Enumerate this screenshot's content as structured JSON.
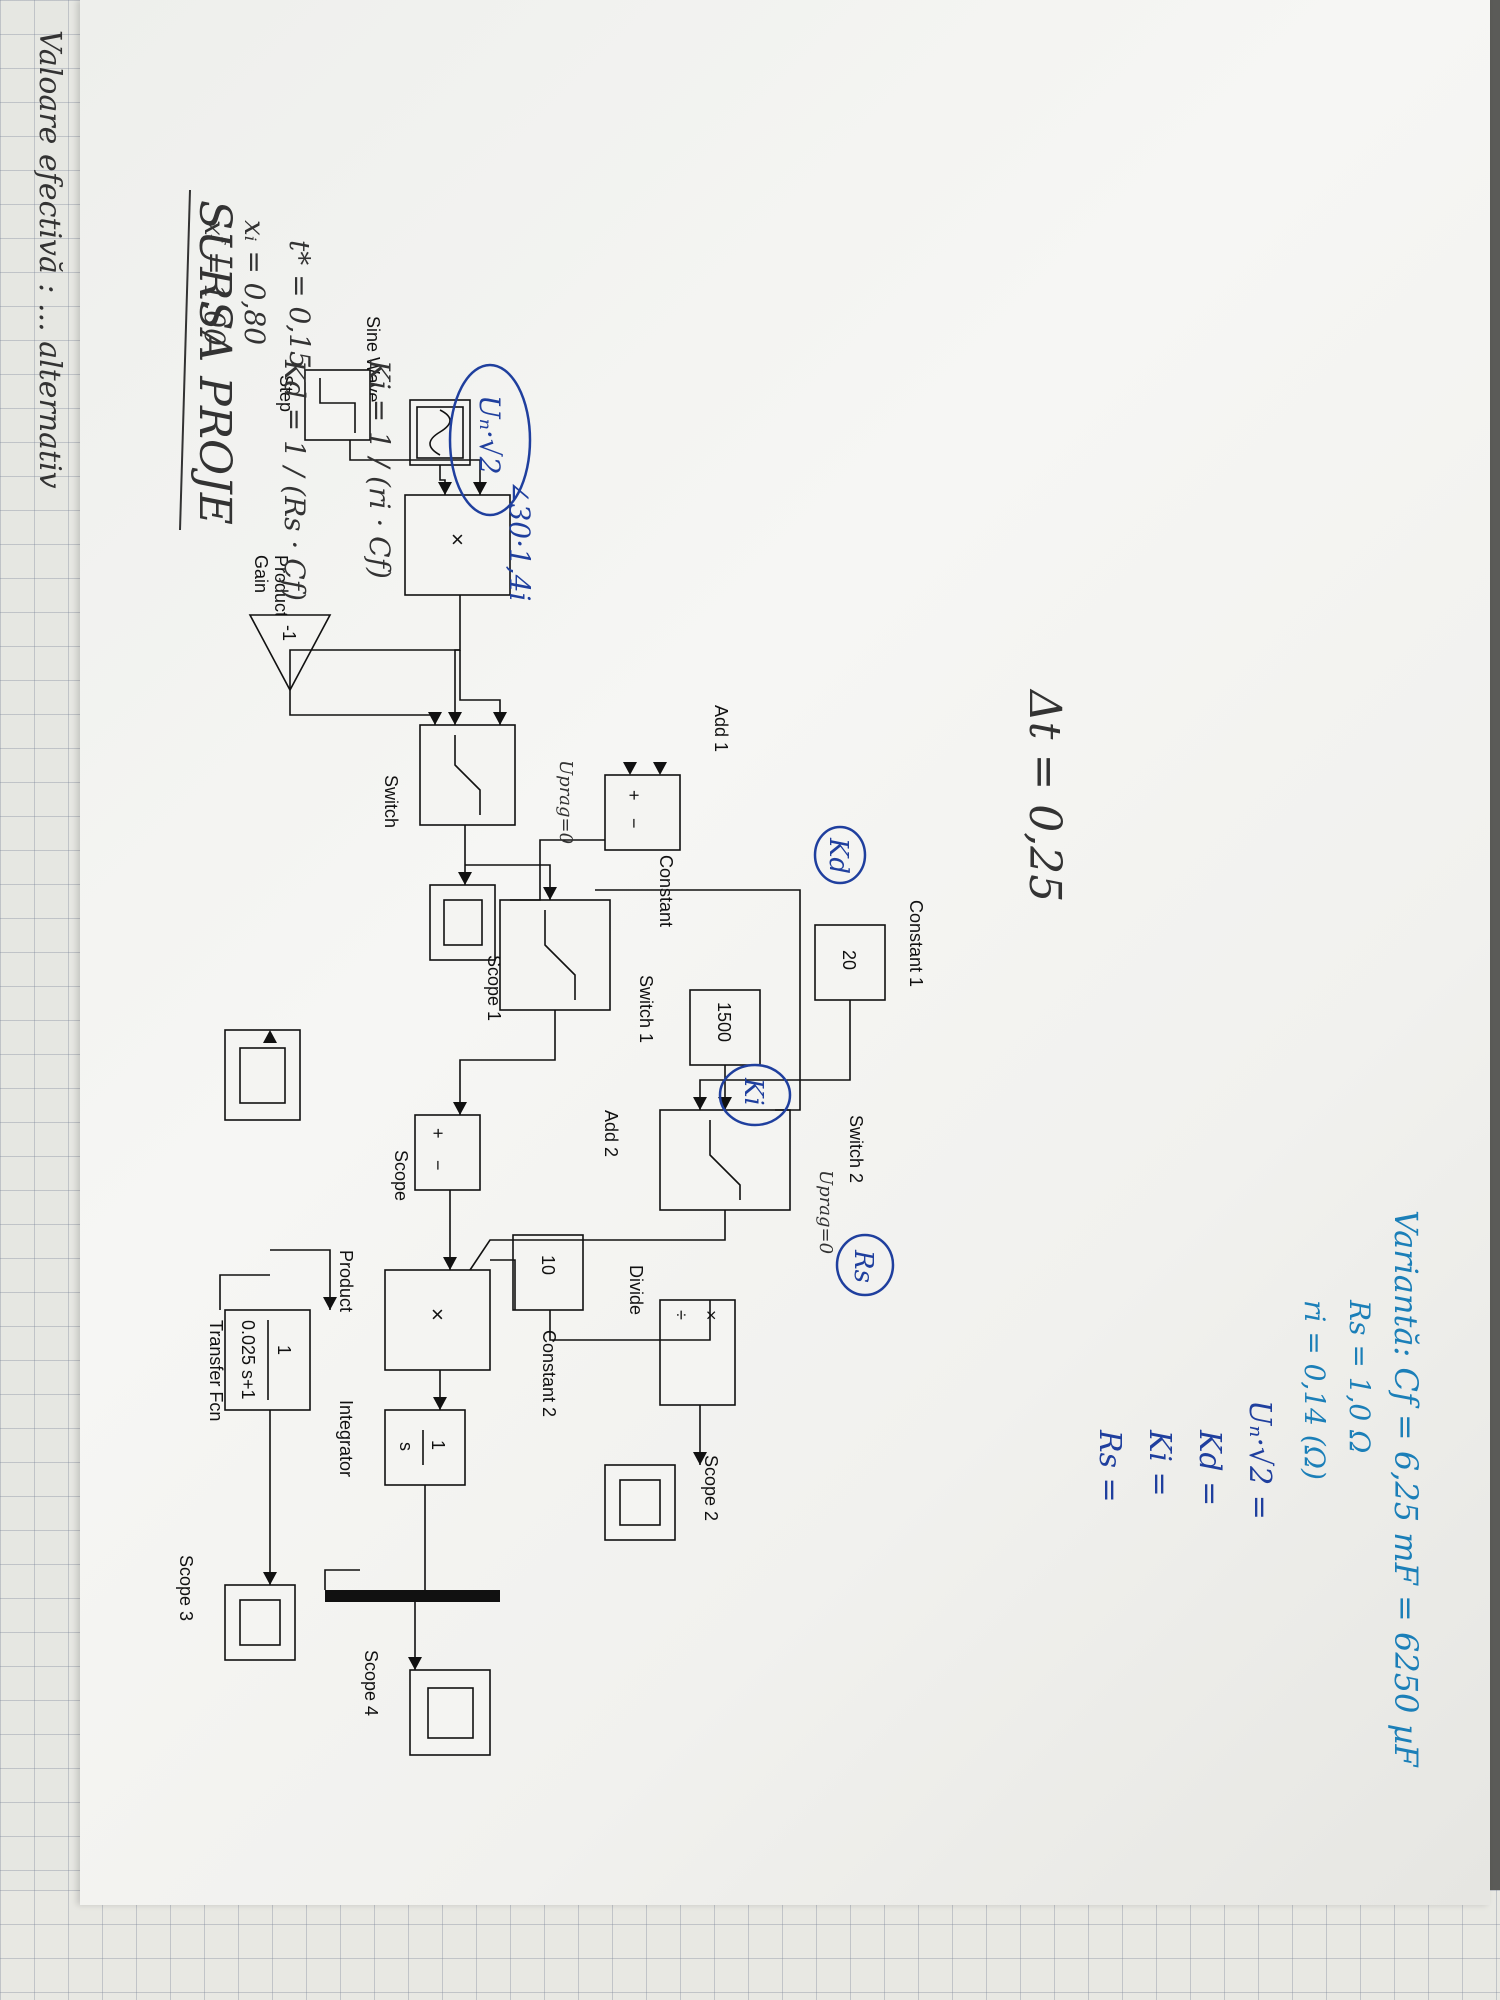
{
  "handwriting": {
    "title": "SURSA PROJE",
    "dt": "Δt = 0,25",
    "params": [
      "t* = 0,15",
      "xᵢ = 0,80",
      "xᶠ = 1,00"
    ],
    "ki_formula": "Ki = 1 / (ri · Cf)",
    "kd_formula": "Kd = 1 / (Rs · Cf)",
    "variant": [
      "Variantă: Cf = 6,25 mF = 6250 µF",
      "Rs = 1,0 Ω",
      "ri = 0,14 (Ω)"
    ],
    "sine_note": "Uₙ·√2",
    "sine_angle": "∠30·1,4i",
    "uprag1": "Uprag=0",
    "uprag2": "Uprag=0",
    "kd_circle": "Kd",
    "ki_circle": "Ki",
    "rs_circle": "Rs",
    "bottom_list": [
      "Uₙ·√2 =",
      "Kd =",
      "Ki =",
      "Rs ="
    ],
    "bottom_note": "Valoare efectivă : ... alternativ"
  },
  "blocks": {
    "sine_wave": "Sine Wave",
    "step": "Step",
    "product1": "Product 1",
    "product1_symbol": "×",
    "gain": "Gain",
    "gain_value": "-1",
    "switch": "Switch",
    "add1": "Add 1",
    "constant": "Constant",
    "constant_value": "1500",
    "constant1": "Constant 1",
    "constant1_value": "20",
    "scope1": "Scope 1",
    "switch1": "Switch 1",
    "switch2": "Switch 2",
    "add2": "Add 2",
    "scope": "Scope",
    "transfer_fcn": "Transfer Fcn",
    "transfer_num": "1",
    "transfer_den": "0.025 s+1",
    "product": "Product",
    "product_symbol": "×",
    "integrator": "Integrator",
    "integrator_num": "1",
    "integrator_den": "s",
    "divide": "Divide",
    "constant2": "Constant 2",
    "constant2_value": "10",
    "scope2": "Scope 2",
    "scope3": "Scope 3",
    "scope4": "Scope 4",
    "plus": "+",
    "minus": "−"
  },
  "colors": {
    "ink_blue": "#1f3f9e",
    "ink_teal": "#1b7fb8",
    "ink_pencil": "#333333"
  }
}
